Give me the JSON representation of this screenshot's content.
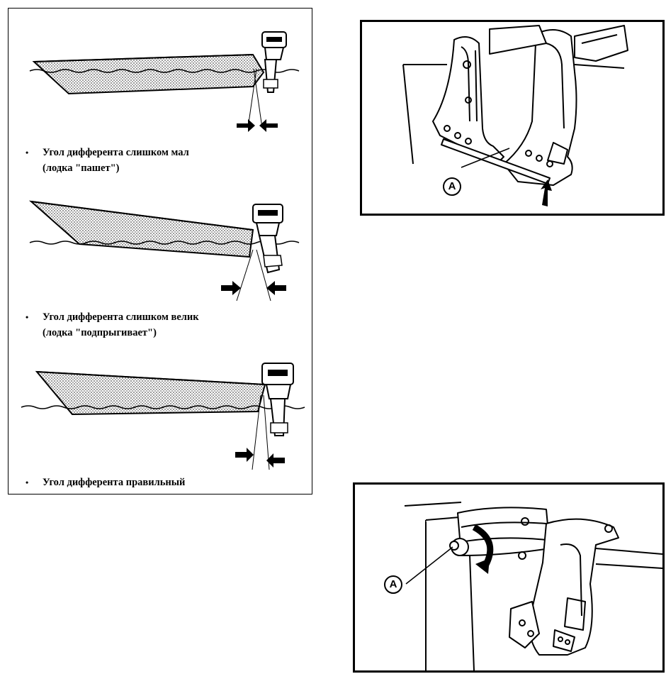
{
  "trim_diagram": {
    "items": [
      {
        "bullet": "•",
        "line1": "Угол дифферента слишком мал",
        "line2": "(лодка \"пашет\")"
      },
      {
        "bullet": "•",
        "line1": "Угол дифферента слишком велик",
        "line2": "(лодка \"подпрыгивает\")"
      },
      {
        "bullet": "•",
        "line1": "Угол дифферента правильный",
        "line2": ""
      }
    ]
  },
  "bracket_top": {
    "callout": "A"
  },
  "bracket_bottom": {
    "callout": "A"
  }
}
